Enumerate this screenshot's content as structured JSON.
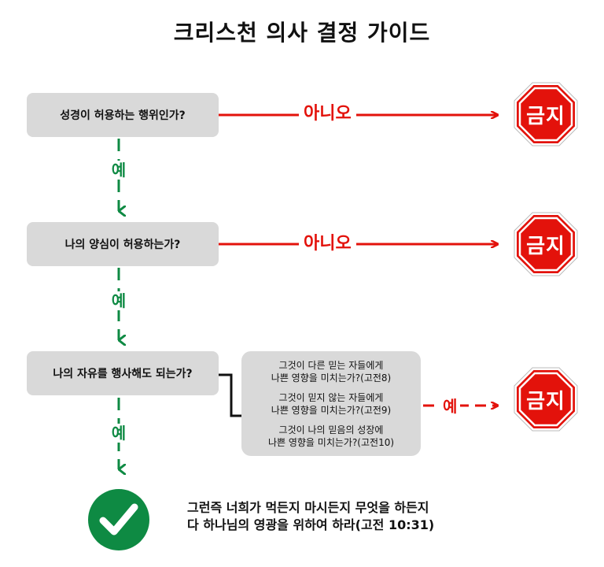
{
  "title": "크리스천 의사 결정 가이드",
  "questions": [
    {
      "text": "성경이 허용하는 행위인가?",
      "no_label": "아니오",
      "yes_label": "예"
    },
    {
      "text": "나의 양심이 허용하는가?",
      "no_label": "아니오",
      "yes_label": "예"
    },
    {
      "text": "나의 자유를 행사해도 되는가?",
      "yes_label": "예"
    }
  ],
  "conditions": [
    {
      "line1": "그것이 다른 믿는 자들에게",
      "line2": "나쁜 영향을 미치는가?(고전8)"
    },
    {
      "line1": "그것이 믿지 않는 자들에게",
      "line2": "나쁜 영향을 미치는가?(고전9)"
    },
    {
      "line1": "그것이 나의 믿음의 성장에",
      "line2": "나쁜 영향을 미치는가?(고전10)"
    }
  ],
  "conditions_yes_label": "예",
  "stop_label": "금지",
  "verse": {
    "line1": "그런즉 너희가 먹든지 마시든지 무엇을 하든지",
    "line2": "다 하나님의 영광을 위하여 하라(고전 10:31)"
  },
  "colors": {
    "no": "#e3120b",
    "yes": "#0e8a43",
    "box": "#d9d9d9",
    "stop": "#e3120b",
    "check": "#0e8a43"
  },
  "icons": [
    "stop-sign-icon",
    "checkmark-icon"
  ]
}
